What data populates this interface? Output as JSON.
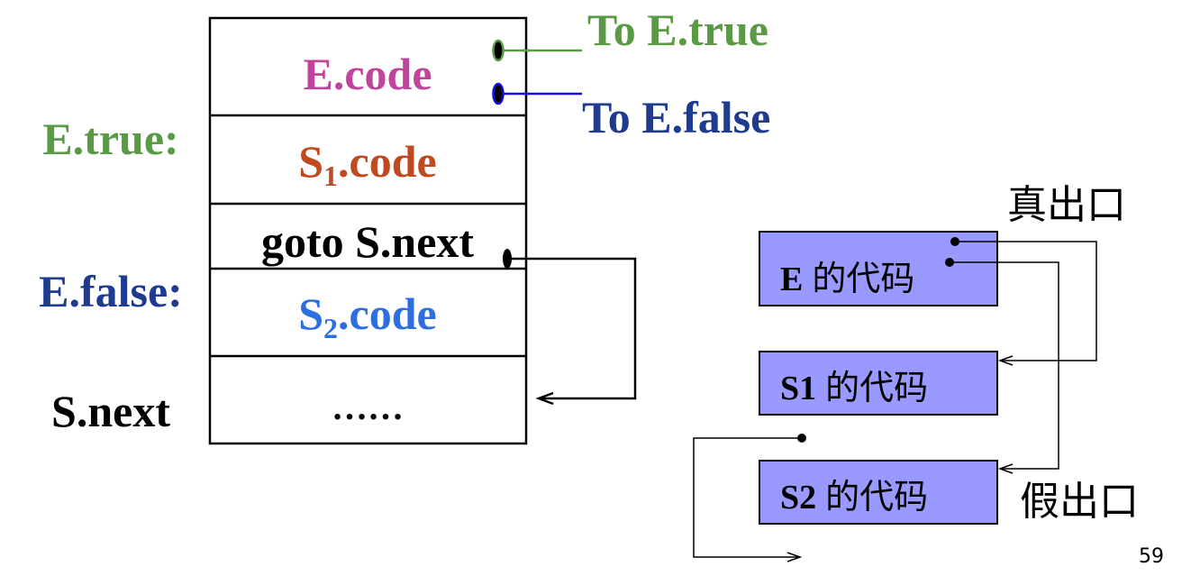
{
  "left_diagram": {
    "blocks": {
      "ecode": {
        "main": "E.code"
      },
      "s1code": {
        "main": "S",
        "sub": "1",
        "rest": ".code"
      },
      "goto": {
        "main": "goto S.next"
      },
      "s2code": {
        "main": "S",
        "sub": "2",
        "rest": ".code"
      },
      "dots": {
        "main": "……"
      }
    },
    "labels": {
      "to_etrue": "To E.true",
      "to_efalse": "To E.false",
      "etrue": "E.true:",
      "efalse": "E.false:",
      "snext": "S.next"
    }
  },
  "right_diagram": {
    "boxes": {
      "e": {
        "prefix": "E",
        "text": "的代码"
      },
      "s1": {
        "prefix": "S1",
        "text": "的代码"
      },
      "s2": {
        "prefix": "S2",
        "text": "的代码"
      }
    },
    "labels": {
      "true_exit": "真出口",
      "false_exit": "假出口"
    }
  },
  "page_number": "59",
  "colors": {
    "green": "#5a9a45",
    "navy": "#1f3b8f",
    "magenta": "#c0449a",
    "rust": "#c04a1f",
    "sky": "#2e6fe0",
    "box_fill": "#9999ff",
    "blue_line": "#1010e0"
  }
}
